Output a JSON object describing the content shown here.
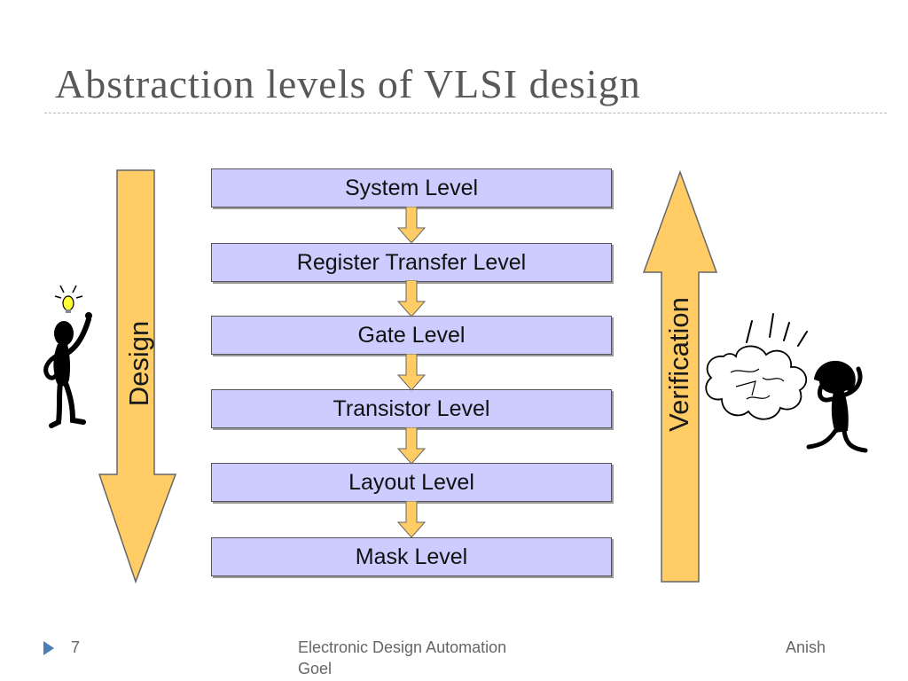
{
  "slide": {
    "title": "Abstraction levels of VLSI design"
  },
  "levels": [
    {
      "label": "System Level"
    },
    {
      "label": "Register Transfer Level"
    },
    {
      "label": "Gate Level"
    },
    {
      "label": "Transistor Level"
    },
    {
      "label": "Layout Level"
    },
    {
      "label": "Mask Level"
    }
  ],
  "arrows": {
    "design_label": "Design",
    "verification_label": "Verification"
  },
  "footer": {
    "slide_number": "7",
    "center_text": "Electronic Design Automation",
    "right_text": "Anish",
    "second_line": "Goel"
  },
  "colors": {
    "box_fill": "#ccccff",
    "arrow_fill": "#ffcc66",
    "footer_marker": "#4a7fb5",
    "title_text": "#585858"
  }
}
